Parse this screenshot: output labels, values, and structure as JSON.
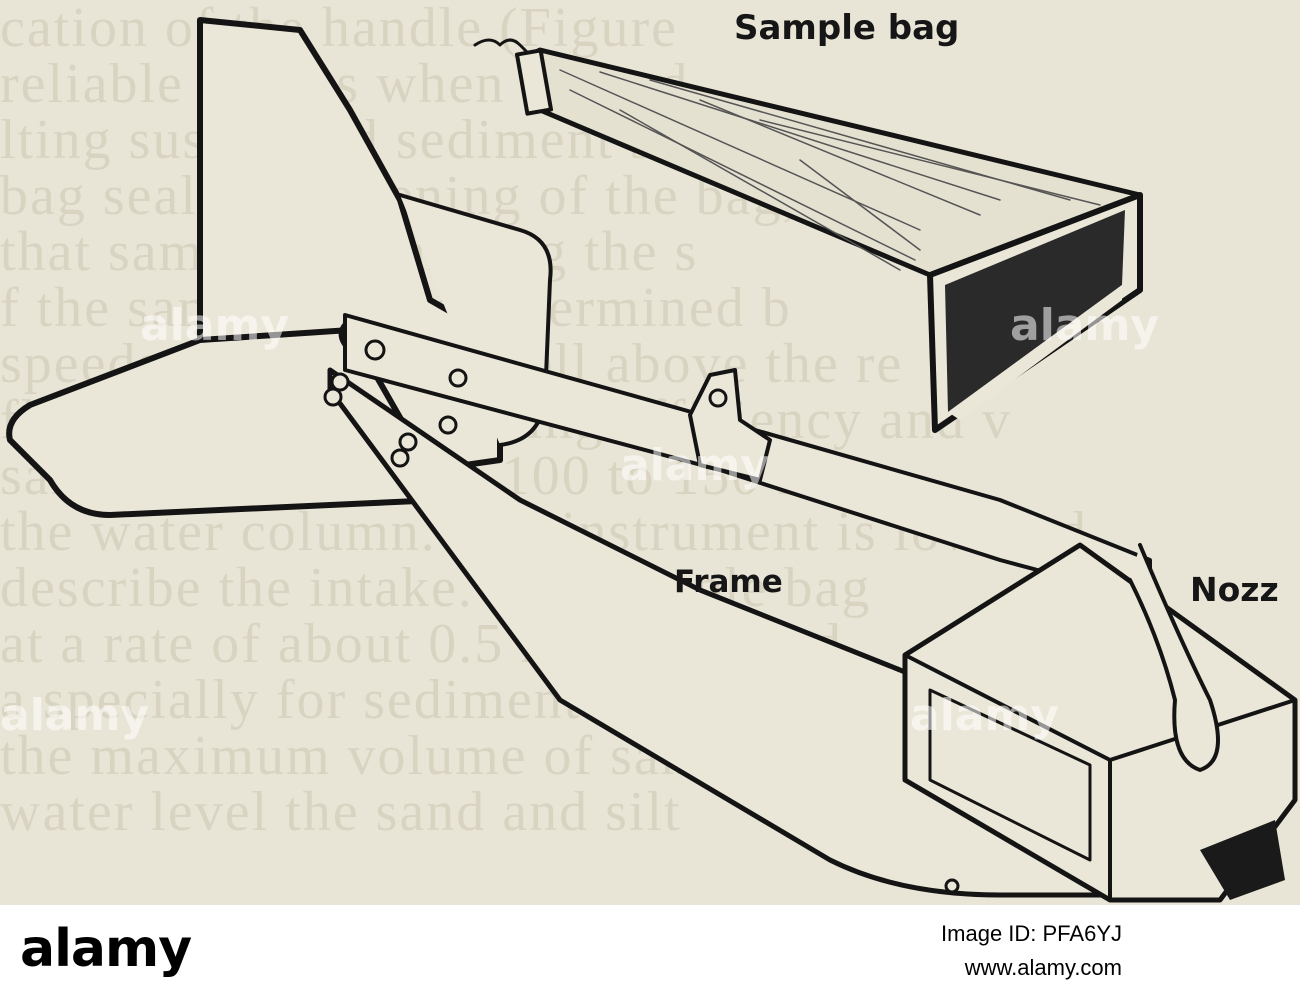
{
  "figure": {
    "labels": {
      "sample_bag": "Sample bag",
      "frame": "Frame",
      "nozzle": "Nozz"
    },
    "background_text_lines": [
      "cation of the handle (Figure",
      "reliable results when a fixed",
      "lting suspended sediment samp",
      "bag seals the opening of the bag, reducing the",
      "that sample and mixing the s",
      "f the sample bag is determined b",
      "speeds, that will be well above the re",
      "flow speed and sampling efficiency and v",
      "sample catch equals 100 to 150 mL",
      "the water column. The instrument is lowered.",
      "describe the intake. The sample bag",
      "at a rate of about 0.5 m per second",
      "a specially for sediment sampling",
      "the maximum volume of sample",
      "water level the sand and silt"
    ],
    "watermark": "alamy"
  },
  "footer": {
    "logo": "alamy",
    "image_id": "Image ID: PFA6YJ",
    "url": "www.alamy.com"
  },
  "colors": {
    "paper": "#e9e5d6",
    "ink": "#141414",
    "footer_bg": "#ffffff"
  }
}
